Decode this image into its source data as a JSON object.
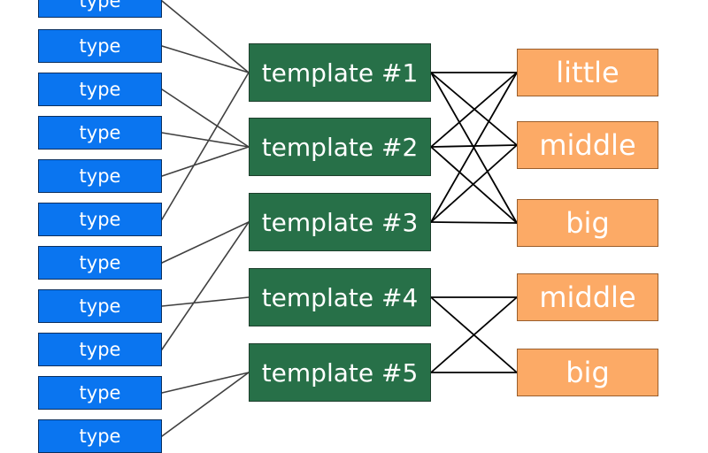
{
  "colors": {
    "type_fill": "#0a75f0",
    "type_border": "#0b2f5e",
    "template_fill": "#277048",
    "template_border": "#1d3f2c",
    "size_fill": "#fcaa66",
    "size_border": "#9a5e2c"
  },
  "types": [
    {
      "label": "type"
    },
    {
      "label": "type"
    },
    {
      "label": "type"
    },
    {
      "label": "type"
    },
    {
      "label": "type"
    },
    {
      "label": "type"
    },
    {
      "label": "type"
    },
    {
      "label": "type"
    },
    {
      "label": "type"
    },
    {
      "label": "type"
    },
    {
      "label": "type"
    }
  ],
  "templates": [
    {
      "label": "template #1"
    },
    {
      "label": "template #2"
    },
    {
      "label": "template #3"
    },
    {
      "label": "template #4"
    },
    {
      "label": "template #5"
    }
  ],
  "sizes": [
    {
      "label": "little"
    },
    {
      "label": "middle"
    },
    {
      "label": "big"
    },
    {
      "label": "middle"
    },
    {
      "label": "big"
    }
  ],
  "type_links": [
    [
      0,
      0
    ],
    [
      1,
      0
    ],
    [
      2,
      1
    ],
    [
      3,
      1
    ],
    [
      4,
      1
    ],
    [
      5,
      0
    ],
    [
      6,
      2
    ],
    [
      7,
      3
    ],
    [
      8,
      2
    ],
    [
      9,
      4
    ],
    [
      10,
      4
    ]
  ],
  "size_links": [
    [
      0,
      0
    ],
    [
      0,
      1
    ],
    [
      0,
      2
    ],
    [
      1,
      0
    ],
    [
      1,
      1
    ],
    [
      1,
      2
    ],
    [
      2,
      0
    ],
    [
      2,
      1
    ],
    [
      2,
      2
    ],
    [
      3,
      3
    ],
    [
      3,
      4
    ],
    [
      4,
      3
    ],
    [
      4,
      4
    ]
  ]
}
